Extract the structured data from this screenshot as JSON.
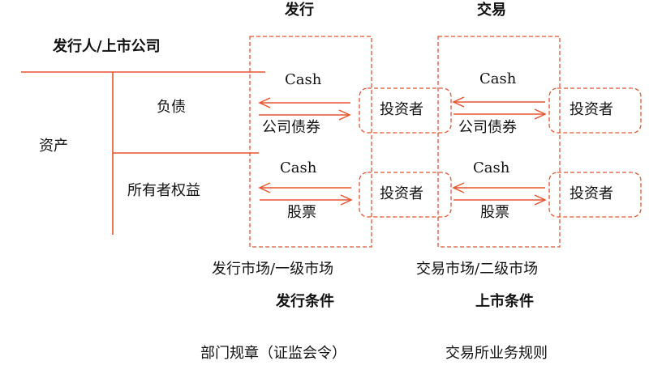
{
  "colors": {
    "accent": "#e8532f"
  },
  "headers": {
    "issuance": "发行",
    "trading": "交易"
  },
  "issuer": {
    "title": "发行人/上市公司",
    "assets": "资产",
    "liabilities": "负债",
    "equity": "所有者权益"
  },
  "flows": {
    "issuance_debt": {
      "top": "Cash",
      "bottom": "公司债券"
    },
    "issuance_equity": {
      "top": "Cash",
      "bottom": "股票"
    },
    "trading_debt": {
      "top": "Cash",
      "bottom": "公司债券"
    },
    "trading_equity": {
      "top": "Cash",
      "bottom": "股票"
    }
  },
  "investors": {
    "primary_debt": "投资者",
    "primary_equity": "投资者",
    "secondary_debt": "投资者",
    "secondary_equity": "投资者"
  },
  "footer": {
    "primary_market": "发行市场/一级市场",
    "secondary_market": "交易市场/二级市场",
    "issuance_conditions": "发行条件",
    "listing_conditions": "上市条件",
    "primary_rules": "部门规章（证监会令）",
    "secondary_rules": "交易所业务规则"
  }
}
